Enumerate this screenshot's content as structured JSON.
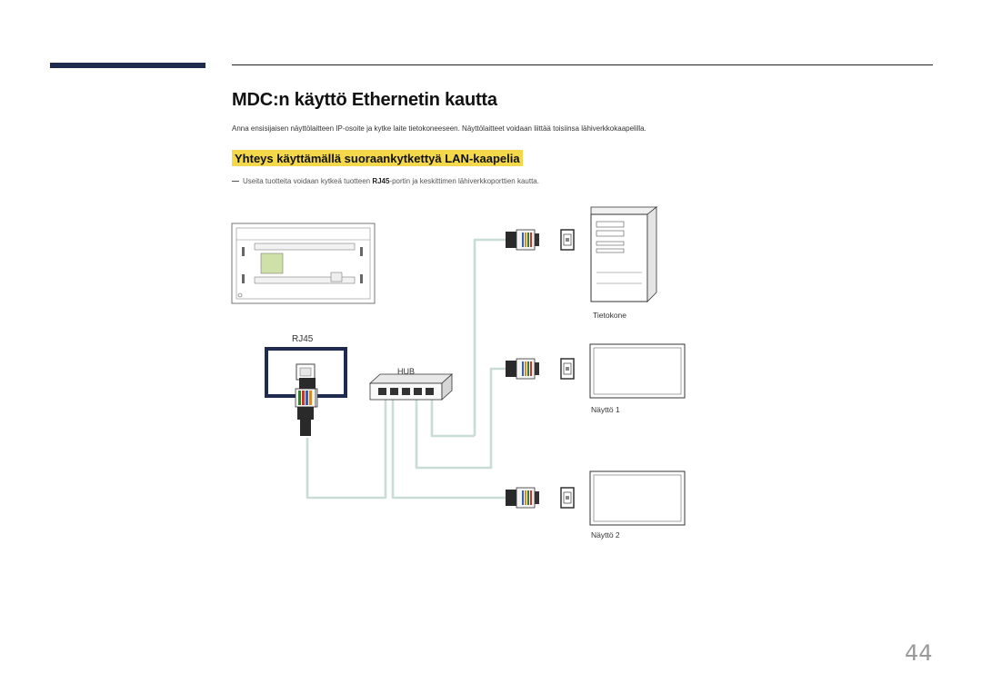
{
  "page": {
    "number": "44"
  },
  "section": {
    "title": "MDC:n käyttö Ethernetin kautta",
    "intro": "Anna ensisijaisen näyttölaitteen IP-osoite ja kytke laite tietokoneeseen. Näyttölaitteet voidaan liittää toisiinsa lähiverkkokaapelilla."
  },
  "subsection": {
    "title": "Yhteys käyttämällä suoraankytkettyä LAN-kaapelia",
    "note_before": "Useita tuotteita voidaan kytkeä tuotteen ",
    "note_bold": "RJ45",
    "note_after": "-portin ja keskittimen lähiverkkoporttien kautta."
  },
  "diagram": {
    "rj45_label": "RJ45",
    "hub_label": "HUB",
    "computer_label": "Tietokone",
    "display1_label": "Näyttö 1",
    "display2_label": "Näyttö 2",
    "accent_color": "#1f2a4f",
    "cable_color": "#c9ddd5"
  }
}
